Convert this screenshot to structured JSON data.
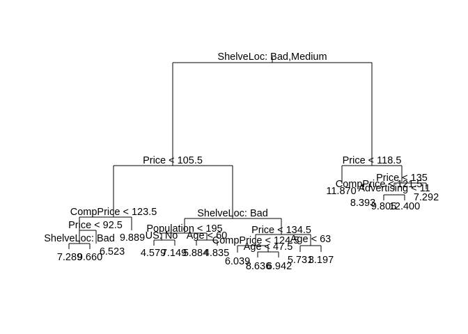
{
  "tree": {
    "split_labels": {
      "root": "ShelveLoc: Bad,Medium",
      "left": "Price < 105.5",
      "right": "Price < 118.5",
      "ll": "CompPrice < 123.5",
      "lr": "ShelveLoc: Bad",
      "lll": "Price < 92.5",
      "llll": "ShelveLoc: Bad",
      "lrl": "Population < 195",
      "lrll": "US: No",
      "lrlr": "Age < 60",
      "lrr": "Price < 134.5",
      "lrrl": "CompPrice < 124.5",
      "lrrll": "Age < 47.5",
      "lrrr": "Age < 63",
      "rl": "CompPrice < 121.5",
      "rr": "Price < 135",
      "rrl": "Advertising < 11"
    },
    "leaf_values": {
      "l1": "7.289",
      "l2": "9.660",
      "l3": "6.523",
      "l4": "9.889",
      "l5": "4.579",
      "l6": "7.149",
      "l7": "5.884",
      "l8": "4.835",
      "l9": "6.039",
      "l10": "8.636",
      "l11": "6.942",
      "l12": "5.731",
      "l13": "3.197",
      "l14": "11.870",
      "l15": "8.393",
      "l16": "9.805",
      "l17": "12.400",
      "l18": "7.292"
    }
  }
}
